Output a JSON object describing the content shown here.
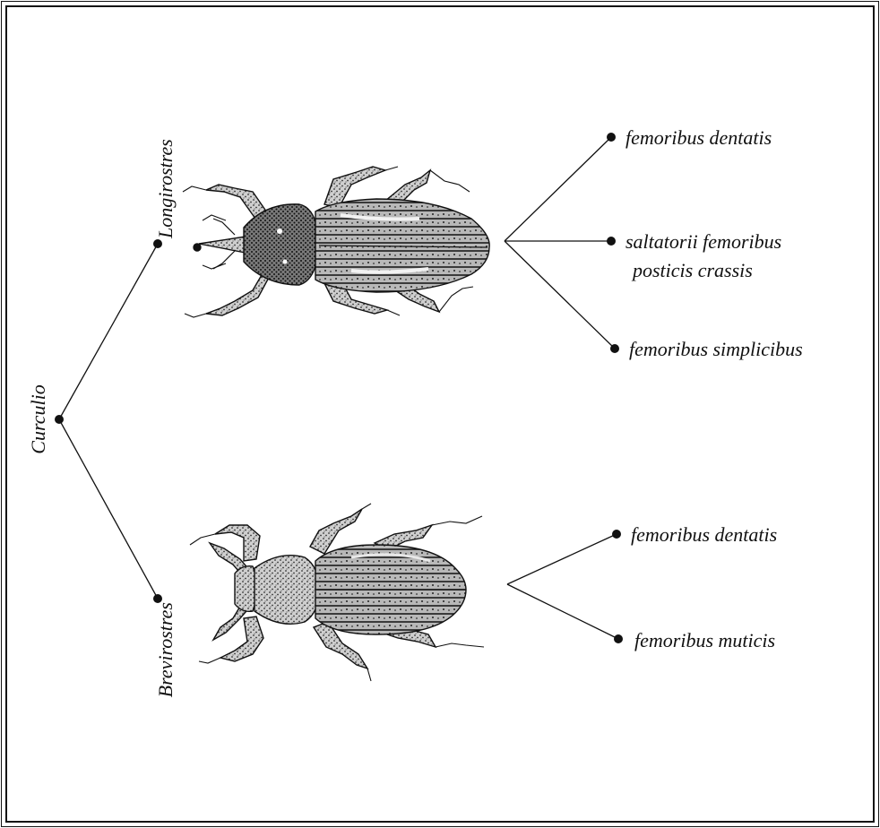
{
  "tree": {
    "root": {
      "label": "Curculio"
    },
    "branches": [
      {
        "label": "Longirostres",
        "leaves": [
          {
            "line1": "femoribus dentatis"
          },
          {
            "line1": "saltatorii femoribus",
            "line2": "posticis crassis"
          },
          {
            "line1": "femoribus simplicibus"
          }
        ]
      },
      {
        "label": "Brevirostres",
        "leaves": [
          {
            "line1": "femoribus dentatis"
          },
          {
            "line1": "femoribus muticis"
          }
        ]
      }
    ]
  },
  "illustrations": [
    {
      "icon": "long-snouted-weevil-illustration"
    },
    {
      "icon": "short-snouted-weevil-illustration"
    }
  ]
}
